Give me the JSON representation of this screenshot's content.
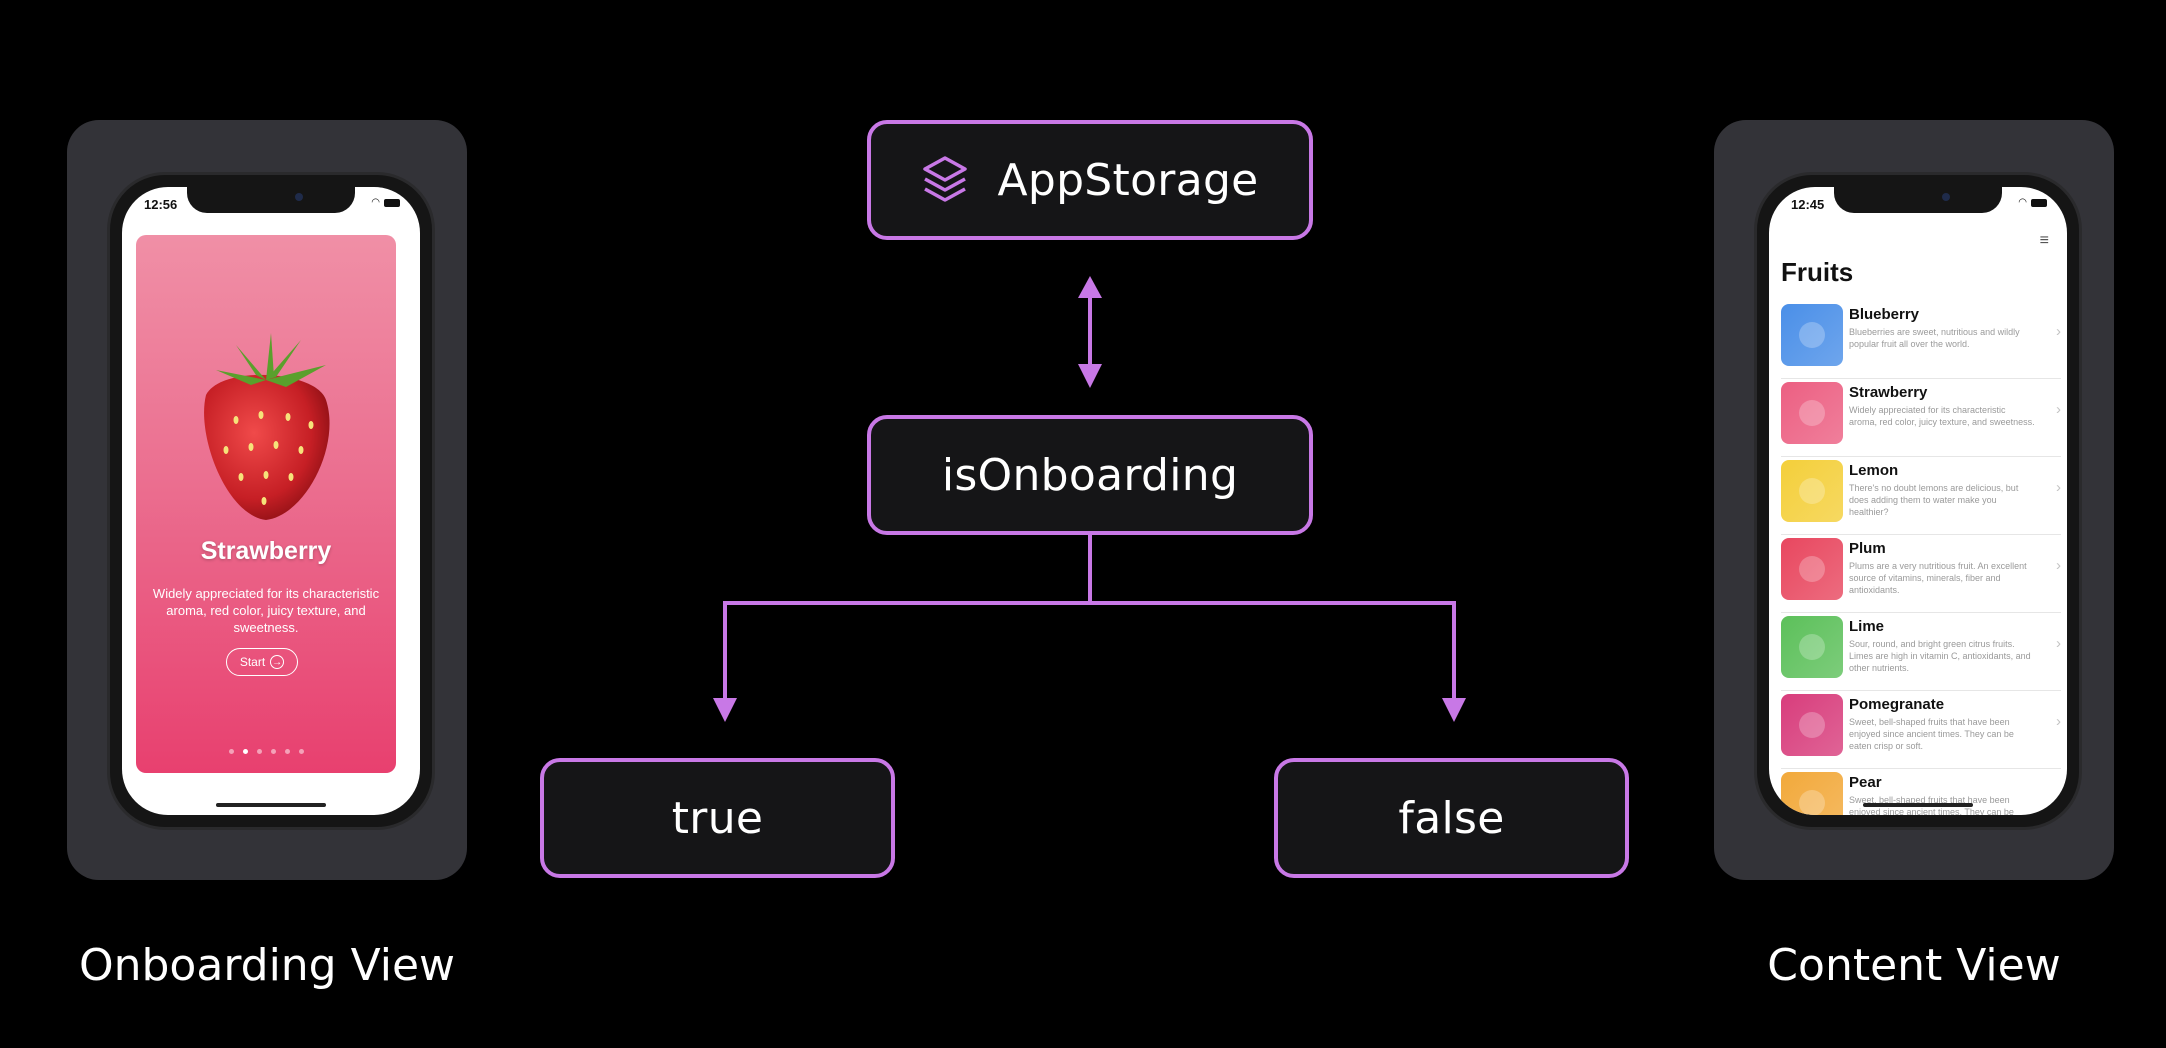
{
  "diagram": {
    "nodes": {
      "appstorage": {
        "label": "AppStorage",
        "icon": "layers-icon"
      },
      "is_onboarding": {
        "label": "isOnboarding"
      },
      "true_branch": {
        "label": "true"
      },
      "false_branch": {
        "label": "false"
      }
    },
    "edges": [
      {
        "from": "appstorage",
        "to": "is_onboarding",
        "style": "bidirectional-arrow"
      },
      {
        "from": "is_onboarding",
        "to": "true_branch",
        "style": "arrow"
      },
      {
        "from": "is_onboarding",
        "to": "false_branch",
        "style": "arrow"
      }
    ],
    "accent_color": "#c878e6"
  },
  "onboarding_view": {
    "caption": "Onboarding View",
    "status_time": "12:56",
    "card": {
      "title": "Strawberry",
      "description": "Widely appreciated for its characteristic aroma,  red color, juicy texture, and sweetness.",
      "start_label": "Start",
      "page_count": 6,
      "active_page": 2,
      "gradient_colors": [
        "#f08fa6",
        "#eb6f90",
        "#e8406f"
      ]
    }
  },
  "content_view": {
    "caption": "Content View",
    "status_time": "12:45",
    "title": "Fruits",
    "items": [
      {
        "name": "Blueberry",
        "description": "Blueberries are sweet, nutritious and wildly popular fruit all over the world.",
        "color": "#4a8fe8"
      },
      {
        "name": "Strawberry",
        "description": "Widely appreciated for its characteristic aroma,  red color, juicy texture, and sweetness.",
        "color": "#ec5f82"
      },
      {
        "name": "Lemon",
        "description": "There's no doubt lemons are delicious, but does adding them to water make you healthier?",
        "color": "#f4cf3a"
      },
      {
        "name": "Plum",
        "description": "Plums are a very nutritious fruit. An excellent source of vitamins, minerals, fiber and antioxidants.",
        "color": "#e8475f"
      },
      {
        "name": "Lime",
        "description": "Sour, round, and bright green citrus fruits. Limes are high in vitamin C, antioxidants, and other nutrients.",
        "color": "#5cc05a"
      },
      {
        "name": "Pomegranate",
        "description": "Sweet, bell-shaped fruits that have been enjoyed since ancient times. They can be eaten crisp or soft.",
        "color": "#d83d7c"
      },
      {
        "name": "Pear",
        "description": "Sweet, bell-shaped fruits that have been enjoyed since ancient times. They can be",
        "color": "#f2a93b"
      }
    ]
  }
}
